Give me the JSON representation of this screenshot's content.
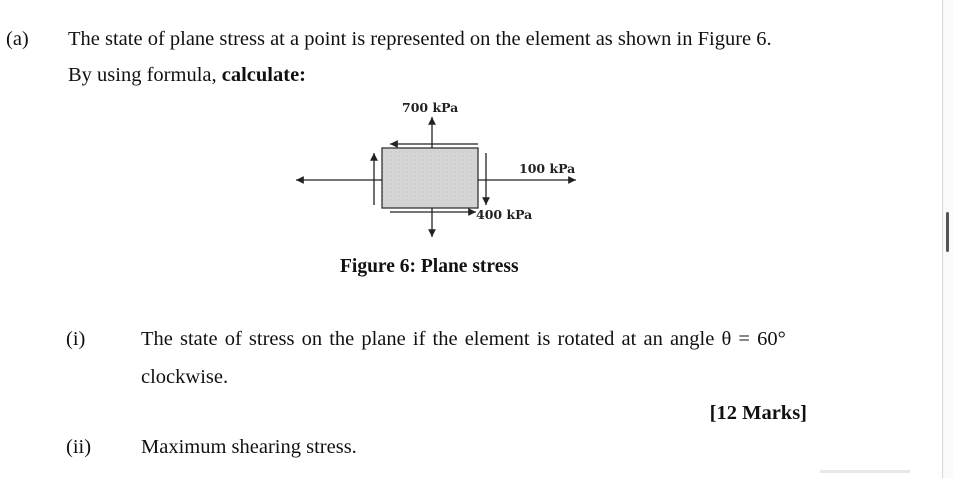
{
  "question": {
    "label": "(a)",
    "line1": "The state of plane stress at a point is represented on the element as shown in Figure 6.",
    "line2_prefix": "By using formula, ",
    "line2_bold": "calculate:"
  },
  "figure": {
    "top_label": "700 kPa",
    "right_label": "100 kPa",
    "bottom_label": "400 kPa",
    "caption": "Figure 6: Plane stress"
  },
  "subquestions": [
    {
      "num": "(i)",
      "text": "The state of stress on the plane if the element is rotated at an angle θ = 60°",
      "text2": "clockwise.",
      "marks": "[12 Marks]"
    },
    {
      "num": "(ii)",
      "text": "Maximum shearing stress."
    }
  ]
}
